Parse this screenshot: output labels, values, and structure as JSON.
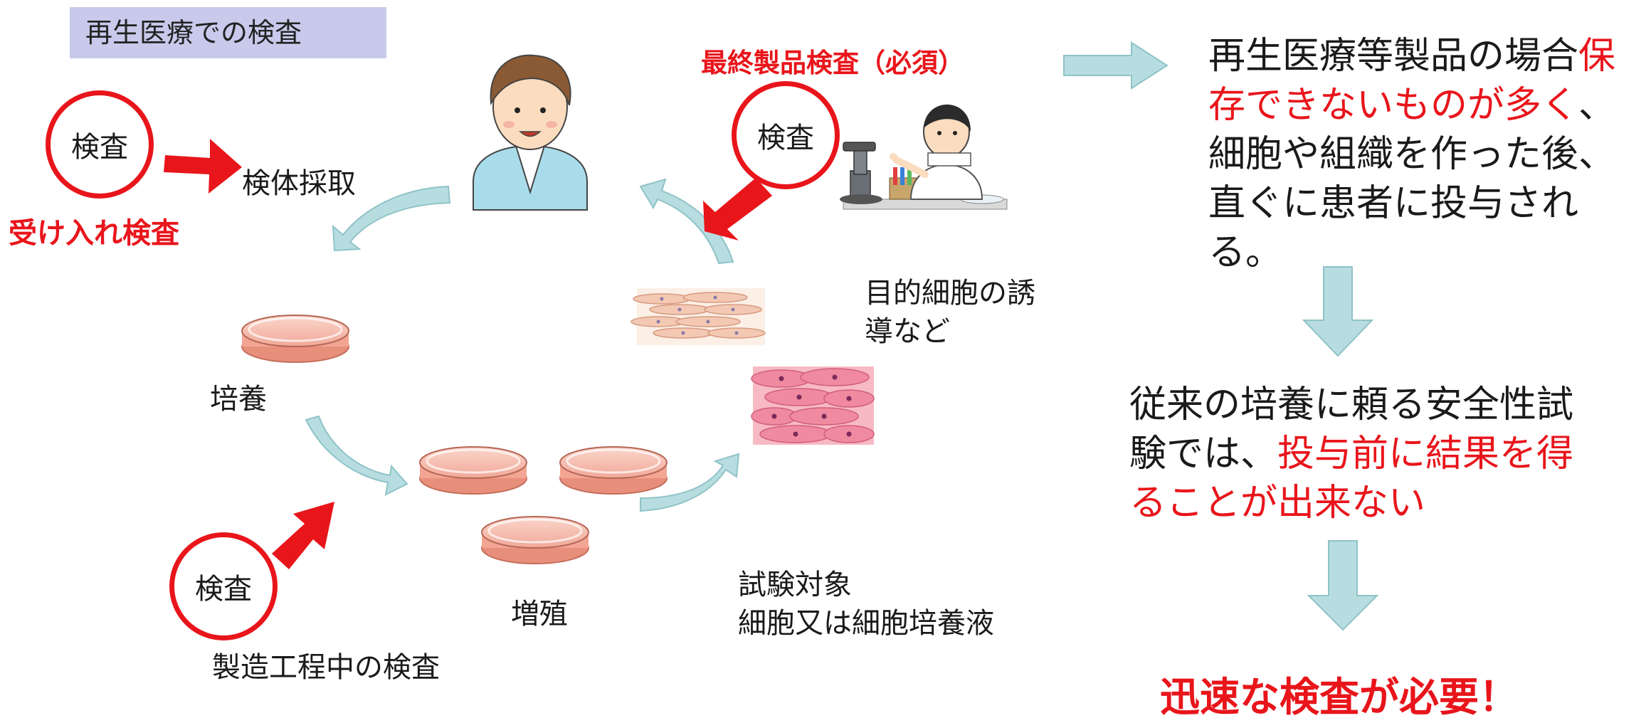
{
  "title": "再生医療での検査",
  "inspections": {
    "acceptance": {
      "circle_label": "検査",
      "caption": "受け入れ検査",
      "step_label": "検体採取"
    },
    "final": {
      "circle_label": "検査",
      "caption": "最終製品検査（必須）"
    },
    "in_process": {
      "circle_label": "検査",
      "caption": "製造工程中の検査"
    }
  },
  "steps": {
    "culture": "培養",
    "proliferation": "増殖",
    "induction_line1": "目的細胞の誘",
    "induction_line2": "導など",
    "test_target_line1": "試験対象",
    "test_target_line2": "細胞又は細胞培養液"
  },
  "right_panel": {
    "block1": {
      "line1_black": "再生医療等製品の場合",
      "line1_red": "保",
      "line2_red": "存できないものが多く",
      "line2_black": "、",
      "line3": "細胞や組織を作った後、",
      "line4": "直ぐに患者に投与される。"
    },
    "block2": {
      "line1": "従来の培養に頼る安全性試",
      "line2_black": "験では、",
      "line2_red": "投与前に結果を得",
      "line3_red": "ることが出来ない"
    },
    "conclusion": "迅速な検査が必要！"
  },
  "colors": {
    "accent_red": "#e8151b",
    "arrow_teal_fill": "#b7dde0",
    "arrow_teal_stroke": "#8fc3c7",
    "title_bg": "#c9c9ec",
    "dish_pink": "#f2b5a6"
  },
  "icons": [
    "patient-illustration",
    "lab-researcher-illustration",
    "petri-dish-icon",
    "cell-tissue-illustration"
  ]
}
